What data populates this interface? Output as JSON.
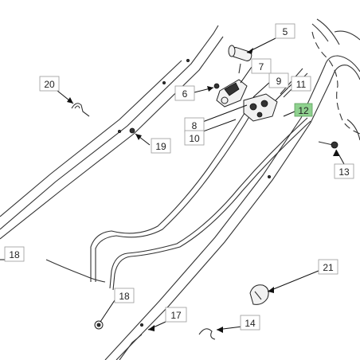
{
  "callouts": [
    {
      "id": "c5",
      "label": "5"
    },
    {
      "id": "c6",
      "label": "6"
    },
    {
      "id": "c7",
      "label": "7"
    },
    {
      "id": "c8",
      "label": "8"
    },
    {
      "id": "c9",
      "label": "9"
    },
    {
      "id": "c10",
      "label": "10"
    },
    {
      "id": "c11",
      "label": "11"
    },
    {
      "id": "c12",
      "label": "12",
      "highlighted": true
    },
    {
      "id": "c13",
      "label": "13"
    },
    {
      "id": "c14",
      "label": "14"
    },
    {
      "id": "c17",
      "label": "17"
    },
    {
      "id": "c18a",
      "label": "18"
    },
    {
      "id": "c18b",
      "label": "18"
    },
    {
      "id": "c19",
      "label": "19"
    },
    {
      "id": "c20",
      "label": "20"
    },
    {
      "id": "c21",
      "label": "21"
    }
  ],
  "colors": {
    "highlight_fill": "#8fd18f",
    "line": "#333333"
  }
}
